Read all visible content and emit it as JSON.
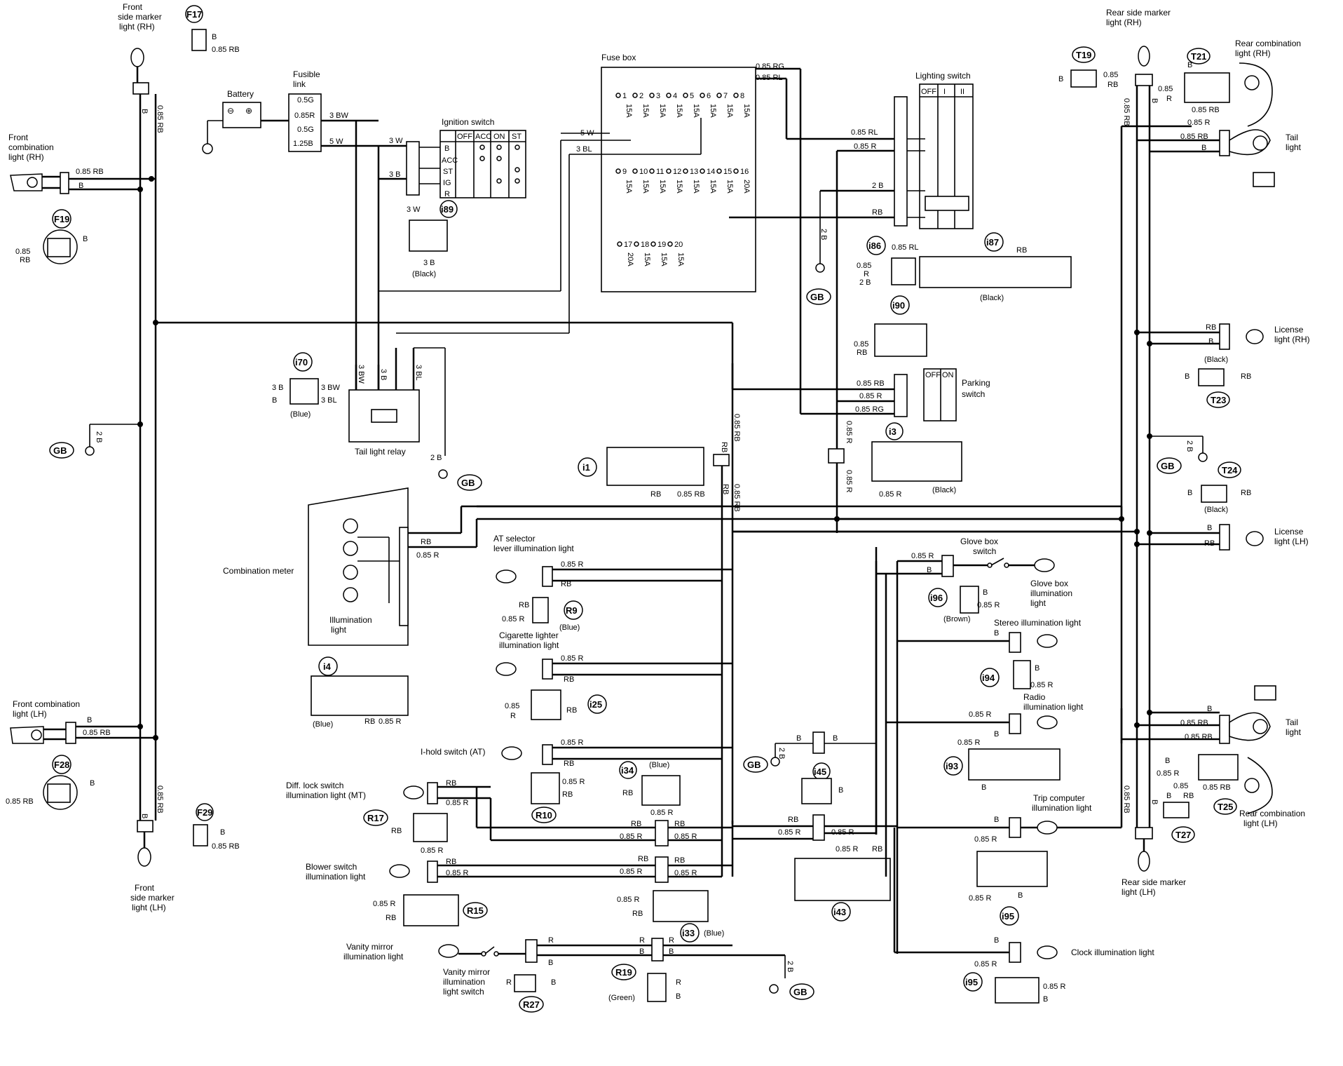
{
  "labels": {
    "front_side_marker_rh": [
      "Front",
      "side marker",
      "light (RH)"
    ],
    "front_comb_rh": [
      "Front",
      "combination",
      "light (RH)"
    ],
    "front_comb_lh": [
      "Front combination",
      "light (LH)"
    ],
    "front_side_marker_lh": [
      "Front",
      "side marker",
      "light (LH)"
    ],
    "battery": "Battery",
    "fusible_link": [
      "Fusible",
      "link"
    ],
    "ignition_switch": "Ignition switch",
    "fuse_box": "Fuse box",
    "lighting_switch": "Lighting switch",
    "rear_side_marker_rh": [
      "Rear side marker",
      "light (RH)"
    ],
    "rear_comb_rh": [
      "Rear combination",
      "light (RH)"
    ],
    "tail_light": [
      "Tail",
      "light"
    ],
    "license_rh": [
      "License",
      "light (RH)"
    ],
    "license_lh": [
      "License",
      "light (LH)"
    ],
    "parking_switch": [
      "Parking",
      "switch"
    ],
    "tail_light_relay": "Tail light relay",
    "combination_meter": "Combination meter",
    "illumination_light": [
      "Illumination",
      "light"
    ],
    "at_selector": [
      "AT selector",
      "lever illumination light"
    ],
    "cigarette_lighter": [
      "Cigarette lighter",
      "illumination light"
    ],
    "i_hold": "I-hold switch (AT)",
    "diff_lock": [
      "Diff. lock switch",
      "illumination light (MT)"
    ],
    "blower": [
      "Blower switch",
      "illumination light"
    ],
    "vanity_mirror": [
      "Vanity mirror",
      "illumination light"
    ],
    "vanity_mirror_sw": [
      "Vanity mirror",
      "illumination",
      "light switch"
    ],
    "glove_box_switch": [
      "Glove box",
      "switch"
    ],
    "glove_box_light": [
      "Glove box",
      "illumination",
      "light"
    ],
    "stereo": "Stereo illumination light",
    "radio": [
      "Radio",
      "illumination light"
    ],
    "trip_computer": [
      "Trip computer",
      "illumination light"
    ],
    "clock": "Clock illumination light",
    "rear_side_marker_lh": [
      "Rear side marker",
      "light (LH)"
    ],
    "rear_comb_lh": [
      "Rear combination",
      "light (LH)"
    ]
  },
  "connectors": {
    "f17": "F17",
    "f19": "F19",
    "f28": "F28",
    "f29": "F29",
    "i70": "i70",
    "i89": "i89",
    "i86": "i86",
    "i87": "i87",
    "i90": "i90",
    "i1": "i1",
    "i3": "i3",
    "i4": "i4",
    "i25": "i25",
    "i34": "i34",
    "i45": "i45",
    "i43": "i43",
    "i93": "i93",
    "i94": "i94",
    "i95": "i95",
    "i95b": "i95",
    "i96": "i96",
    "i33": "i33",
    "r9": "R9",
    "r10": "R10",
    "r15": "R15",
    "r17": "R17",
    "r19": "R19",
    "r27": "R27",
    "t19": "T19",
    "t21": "T21",
    "t23": "T23",
    "t24": "T24",
    "t25": "T25",
    "t27": "T27",
    "gb": "GB"
  },
  "wires": {
    "w085rb": "0.85 RB",
    "b": "B",
    "rb": "RB",
    "r": "R",
    "w085r": "0.85 R",
    "w085rg": "0.85 RG",
    "w085rl": "0.85 RL",
    "w3bw": "3 BW",
    "w5w": "5 W",
    "w3w": "3 W",
    "w3b": "3 B",
    "w3bl": "3 BL",
    "w2b": "2 B",
    "w085": "0.85",
    "w05g": "0.5G",
    "w085r_fl": "0.85R",
    "w125b": "1.25B",
    "black": "(Black)",
    "blue": "(Blue)",
    "brown": "(Brown)",
    "green": "(Green)"
  },
  "ignition_table": {
    "headers": [
      "OFF",
      "ACC",
      "ON",
      "ST"
    ],
    "rows": [
      "B",
      "ACC",
      "ST",
      "IG",
      "R"
    ]
  },
  "lighting_switch_positions": [
    "OFF",
    "I",
    "II"
  ],
  "parking_switch_positions": [
    "OFF",
    "ON"
  ],
  "fuses": {
    "row1": [
      "1",
      "2",
      "3",
      "4",
      "5",
      "6",
      "7",
      "8"
    ],
    "row1_amps": [
      "15A",
      "15A",
      "15A",
      "15A",
      "15A",
      "15A",
      "15A",
      "15A"
    ],
    "row2": [
      "9",
      "10",
      "11",
      "12",
      "13",
      "14",
      "15",
      "16"
    ],
    "row2_amps": [
      "15A",
      "15A",
      "15A",
      "15A",
      "15A",
      "15A",
      "15A",
      "20A"
    ],
    "row3": [
      "17",
      "18",
      "19",
      "20"
    ],
    "row3_amps": [
      "20A",
      "15A",
      "15A",
      "15A"
    ]
  }
}
